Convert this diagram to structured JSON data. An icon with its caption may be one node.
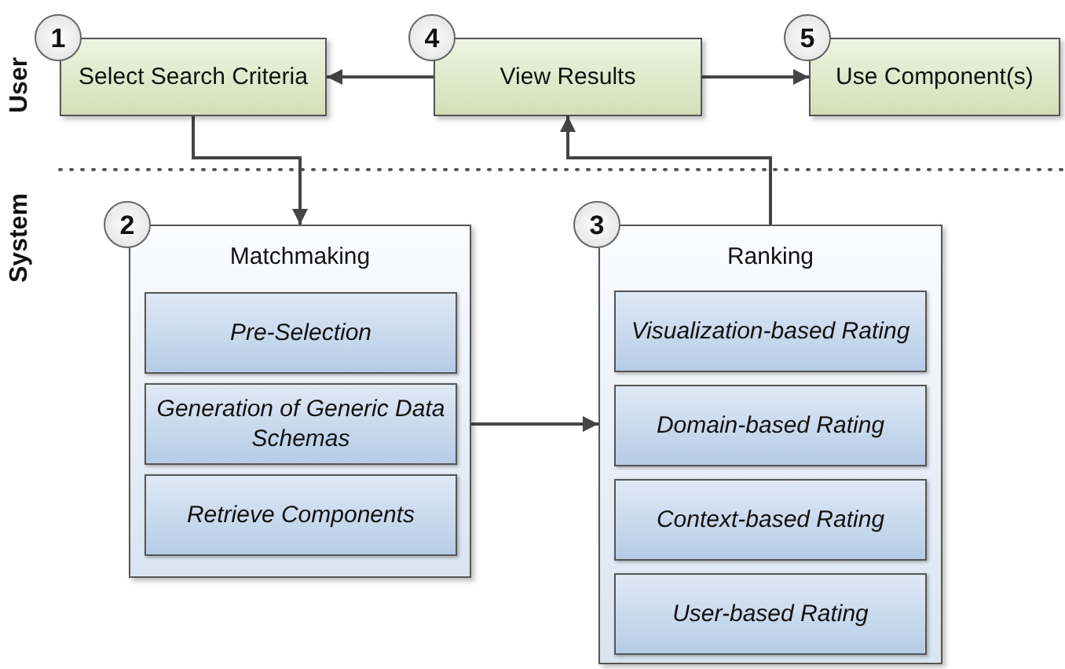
{
  "diagram": {
    "nodes": [
      {
        "text": [
          "1",
          "Select Search Criteria"
        ]
      },
      {
        "text": [
          "4",
          "View Results"
        ]
      },
      {
        "text": [
          "5",
          "Use Component(s)"
        ]
      },
      {
        "text": [
          "2",
          "Matchmaking"
        ]
      },
      {
        "text": [
          "Pre-Selection"
        ],
        "in": 3
      },
      {
        "text": [
          "Generation of Generic Data Schemas"
        ],
        "in": 3
      },
      {
        "text": [
          "Retrieve Components"
        ],
        "in": 3
      },
      {
        "text": [
          "3",
          "Ranking"
        ]
      },
      {
        "text": [
          "Visualization-based Rating"
        ],
        "in": 7
      },
      {
        "text": [
          "Domain-based Rating"
        ],
        "in": 7
      },
      {
        "text": [
          "Context-based Rating"
        ],
        "in": 7
      },
      {
        "text": [
          "User-based Rating"
        ],
        "in": 7
      }
    ],
    "edges": [
      {
        "from": 1,
        "to": 0,
        "arrow": "to"
      },
      {
        "from": 1,
        "to": 2,
        "arrow": "to"
      },
      {
        "from": 0,
        "to": 3,
        "arrow": "to"
      },
      {
        "from": 5,
        "to": 7,
        "arrow": "to"
      },
      {
        "from": 7,
        "to": 1,
        "arrow": "to"
      }
    ],
    "labels": [
      "User",
      "System"
    ]
  }
}
